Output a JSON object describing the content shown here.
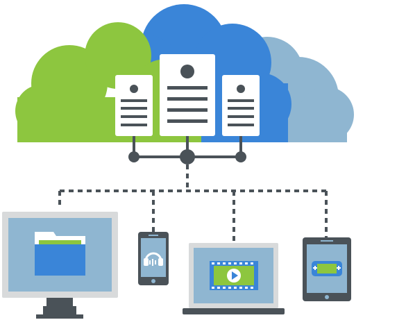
{
  "colors": {
    "cloud_green": "#8dc63f",
    "cloud_blue": "#3a85d8",
    "cloud_light_blue": "#8fb6d1",
    "server_body": "#ffffff",
    "server_lines": "#4a5258",
    "connector": "#4a5258",
    "device_silver": "#d8dadb",
    "device_dark": "#4a5258",
    "screen_blue": "#8fb6d1",
    "accent_blue": "#3a85d8",
    "accent_green": "#8dc63f"
  },
  "cloud": {
    "servers": [
      {
        "id": "left",
        "icon": "server-document-icon"
      },
      {
        "id": "center",
        "icon": "server-document-icon"
      },
      {
        "id": "right",
        "icon": "server-document-icon"
      }
    ]
  },
  "devices": [
    {
      "id": "desktop",
      "type": "desktop-monitor",
      "content_icon": "folder-icon"
    },
    {
      "id": "phone",
      "type": "smartphone",
      "content_icon": "headphones-icon"
    },
    {
      "id": "laptop",
      "type": "laptop",
      "content_icon": "video-play-icon"
    },
    {
      "id": "tablet",
      "type": "tablet",
      "content_icon": "gamepad-icon"
    }
  ]
}
